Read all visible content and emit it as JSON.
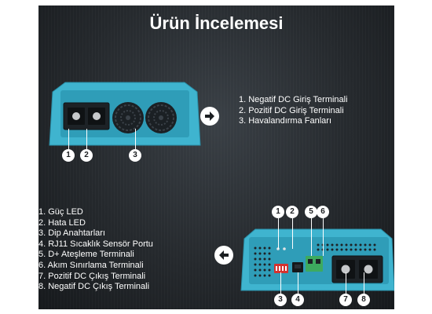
{
  "title": "Ürün İncelemesi",
  "top_list": [
    "1. Negatif DC Giriş Terminali",
    "2. Pozitif DC Giriş Terminali",
    "3. Havalandırma Fanları"
  ],
  "bottom_list": [
    "1. Güç LED",
    "2. Hata LED",
    "3. Dip Anahtarları",
    "4. RJ11 Sıcaklık Sensör Portu",
    "5. D+ Ateşleme Terminali",
    "6. Akım Sınırlama Terminali",
    "7. Pozitif DC Çıkış Terminali",
    "8. Negatif DC Çıkış Terminali"
  ],
  "top_callouts": [
    "1",
    "2",
    "3"
  ],
  "bottom_callouts": [
    "1",
    "2",
    "3",
    "4",
    "5",
    "6",
    "7",
    "8"
  ],
  "colors": {
    "device": "#3fb4cf",
    "device_dark": "#2a8fa8",
    "background": "#25292d"
  },
  "icons": {
    "top_arrow": "arrow-right-circle-icon",
    "bottom_arrow": "arrow-left-circle-icon"
  }
}
